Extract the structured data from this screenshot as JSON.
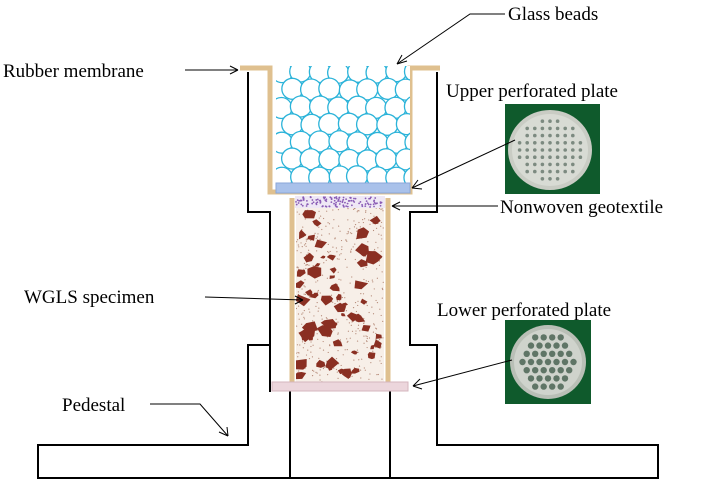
{
  "labels": {
    "glass_beads": "Glass beads",
    "rubber_membrane": "Rubber membrane",
    "upper_plate": "Upper perforated plate",
    "geotextile": "Nonwoven geotextile",
    "specimen": "WGLS specimen",
    "lower_plate": "Lower perforated plate",
    "pedestal": "Pedestal"
  },
  "colors": {
    "outline": "#000000",
    "membrane": "#dfc08f",
    "glass_bead": "#2bb3d9",
    "upper_plate_fill": "#a9c1ea",
    "geotextile_dots": "#8a5cb5",
    "specimen_particles": "#8a2f22",
    "lower_plate_fill": "#ecd6dc",
    "photo_background": "#0f5a2c",
    "photo_disk": "#c9ccc4"
  }
}
